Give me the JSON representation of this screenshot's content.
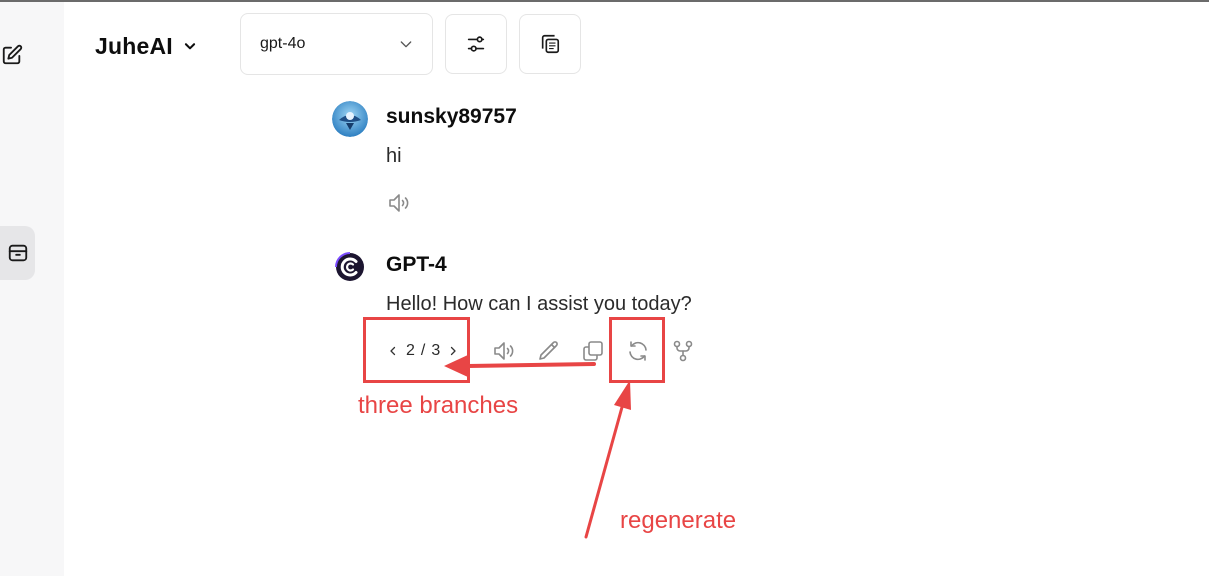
{
  "header": {
    "brand": "JuheAI",
    "model": "gpt-4o"
  },
  "messages": [
    {
      "author": "sunsky89757",
      "text": "hi"
    },
    {
      "author": "GPT-4",
      "text": "Hello! How can I assist you today?"
    }
  ],
  "pager": {
    "current": "2",
    "separator": "/",
    "total": "3"
  },
  "annotations": {
    "branches_label": "three branches",
    "regenerate_label": "regenerate",
    "color": "#e84545"
  },
  "icons": {
    "sidebar": [
      "new-chat-icon",
      "archive-icon"
    ],
    "header": [
      "chevron-down-icon",
      "settings-sliders-icon",
      "copy-icon"
    ],
    "actions": [
      "speaker-icon",
      "pencil-icon",
      "copy-icon",
      "regenerate-icon",
      "fork-icon"
    ]
  }
}
